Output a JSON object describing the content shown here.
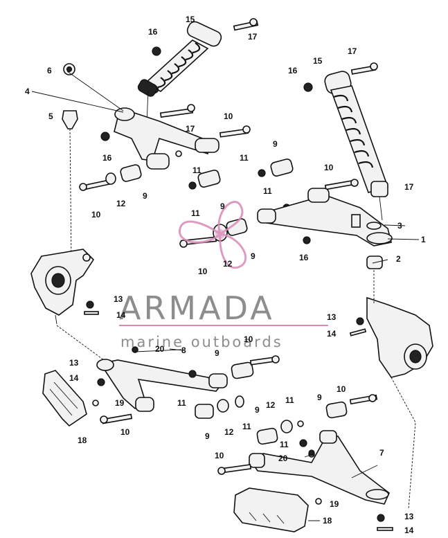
{
  "watermark": {
    "title": "ARMADA",
    "subtitle": "marine outboards",
    "accent_color": "#d98ab8"
  },
  "callouts": [
    {
      "id": "c15a",
      "text": "15"
    },
    {
      "id": "c16a",
      "text": "16"
    },
    {
      "id": "c17a",
      "text": "17"
    },
    {
      "id": "c6",
      "text": "6"
    },
    {
      "id": "c4",
      "text": "4"
    },
    {
      "id": "c5",
      "text": "5"
    },
    {
      "id": "c17b",
      "text": "17"
    },
    {
      "id": "c16b",
      "text": "16"
    },
    {
      "id": "c10a",
      "text": "10"
    },
    {
      "id": "c15b",
      "text": "15"
    },
    {
      "id": "c16c",
      "text": "16"
    },
    {
      "id": "c17c",
      "text": "17"
    },
    {
      "id": "c9a",
      "text": "9"
    },
    {
      "id": "c11a",
      "text": "11"
    },
    {
      "id": "c10b",
      "text": "10"
    },
    {
      "id": "c11b",
      "text": "11"
    },
    {
      "id": "c10c",
      "text": "10"
    },
    {
      "id": "c12a",
      "text": "12"
    },
    {
      "id": "c9b",
      "text": "9"
    },
    {
      "id": "c11c",
      "text": "11"
    },
    {
      "id": "c9c",
      "text": "9"
    },
    {
      "id": "c11d",
      "text": "11"
    },
    {
      "id": "c17d",
      "text": "17"
    },
    {
      "id": "c3",
      "text": "3"
    },
    {
      "id": "c1",
      "text": "1"
    },
    {
      "id": "c10d",
      "text": "10"
    },
    {
      "id": "c12b",
      "text": "12"
    },
    {
      "id": "c9d",
      "text": "9"
    },
    {
      "id": "c16d",
      "text": "16"
    },
    {
      "id": "c2",
      "text": "2"
    },
    {
      "id": "c13a",
      "text": "13"
    },
    {
      "id": "c14a",
      "text": "14"
    },
    {
      "id": "c13b",
      "text": "13"
    },
    {
      "id": "c14b",
      "text": "14"
    },
    {
      "id": "c20a",
      "text": "20"
    },
    {
      "id": "c8",
      "text": "8"
    },
    {
      "id": "c9e",
      "text": "9"
    },
    {
      "id": "c10e",
      "text": "10"
    },
    {
      "id": "c13c",
      "text": "13"
    },
    {
      "id": "c14c",
      "text": "14"
    },
    {
      "id": "c19a",
      "text": "19"
    },
    {
      "id": "c10f",
      "text": "10"
    },
    {
      "id": "c11e",
      "text": "11"
    },
    {
      "id": "c18a",
      "text": "18"
    },
    {
      "id": "c9f",
      "text": "9"
    },
    {
      "id": "c12c",
      "text": "12"
    },
    {
      "id": "c11f",
      "text": "11"
    },
    {
      "id": "c9g",
      "text": "9"
    },
    {
      "id": "c12d",
      "text": "12"
    },
    {
      "id": "c11g",
      "text": "11"
    },
    {
      "id": "c9h",
      "text": "9"
    },
    {
      "id": "c10g",
      "text": "10"
    },
    {
      "id": "c11h",
      "text": "11"
    },
    {
      "id": "c7",
      "text": "7"
    },
    {
      "id": "c10h",
      "text": "10"
    },
    {
      "id": "c20b",
      "text": "20"
    },
    {
      "id": "c19b",
      "text": "19"
    },
    {
      "id": "c18b",
      "text": "18"
    },
    {
      "id": "c13d",
      "text": "13"
    },
    {
      "id": "c14d",
      "text": "14"
    }
  ]
}
